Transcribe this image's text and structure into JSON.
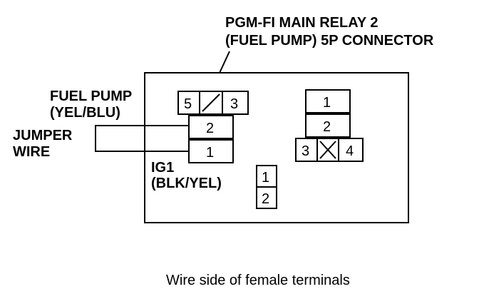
{
  "callout": {
    "line1": "PGM-FI MAIN RELAY 2",
    "line2": "(FUEL PUMP) 5P CONNECTOR"
  },
  "labels": {
    "fuel_pump": "FUEL PUMP",
    "fuel_pump_wire": "(YEL/BLU)",
    "jumper_1": "JUMPER",
    "jumper_2": "WIRE",
    "ig1": "IG1",
    "ig1_wire": "(BLK/YEL)"
  },
  "connector_5p": {
    "terminals": [
      "5",
      "3",
      "2",
      "1"
    ]
  },
  "connector_right": {
    "terminals": [
      "1",
      "2",
      "3",
      "4"
    ]
  },
  "connector_small": {
    "terminals": [
      "1",
      "2"
    ]
  },
  "caption": "Wire side of female terminals"
}
